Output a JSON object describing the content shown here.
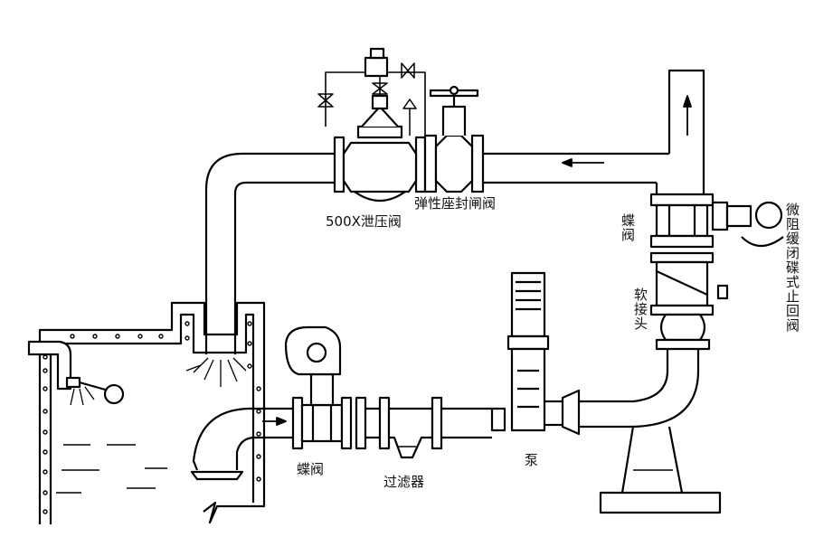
{
  "labels": {
    "relief_valve": "500X泄压阀",
    "gate_valve": "弹性座封闸阀",
    "butterfly_valve_vertical": "蝶阀",
    "soft_joint": "软接头",
    "check_valve": "微阻缓闭碟式止回阀",
    "butterfly_valve_bottom": "蝶阀",
    "strainer": "过滤器",
    "pump": "泵"
  },
  "colors": {
    "line": "#000000",
    "fill": "#ffffff"
  }
}
